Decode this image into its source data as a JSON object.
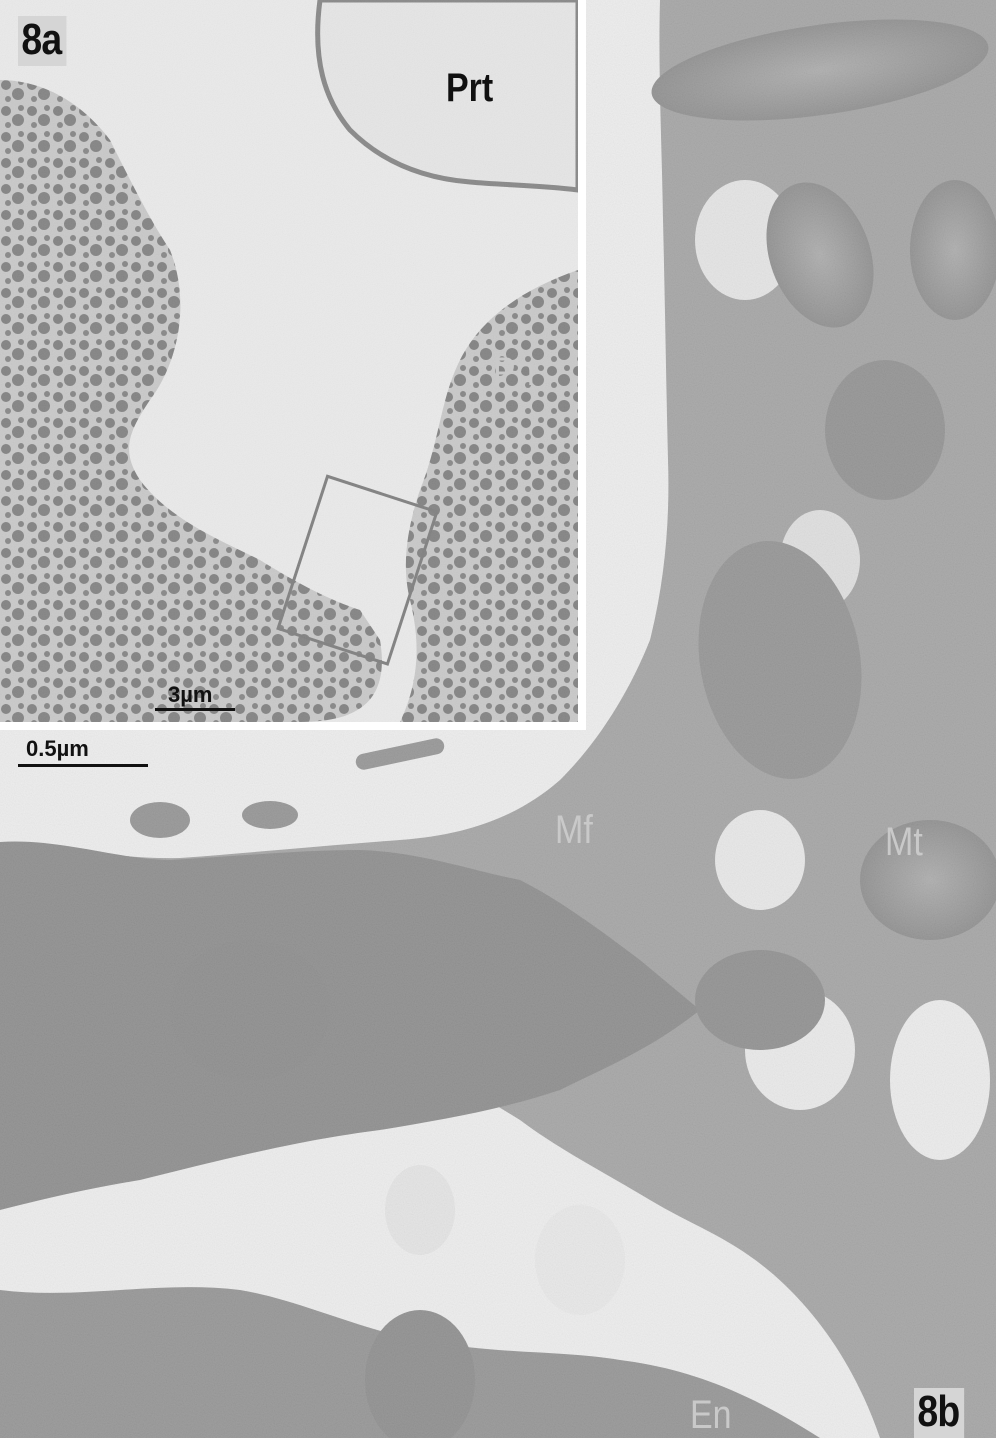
{
  "panels": {
    "a": {
      "label": "8a",
      "scale_bar": "3µm",
      "labels": {
        "prt": "Prt",
        "pn": "Pn"
      }
    },
    "b": {
      "label": "8b",
      "scale_bar": "0.5µm",
      "labels": {
        "mt": "Mt",
        "mf": "Mf",
        "en": "En"
      }
    }
  },
  "colors": {
    "background": "#d9d9d9",
    "dense_cytoplasm": "#1e1e1e",
    "mid_tone": "#6a6a6a",
    "frame": "#ffffff"
  }
}
